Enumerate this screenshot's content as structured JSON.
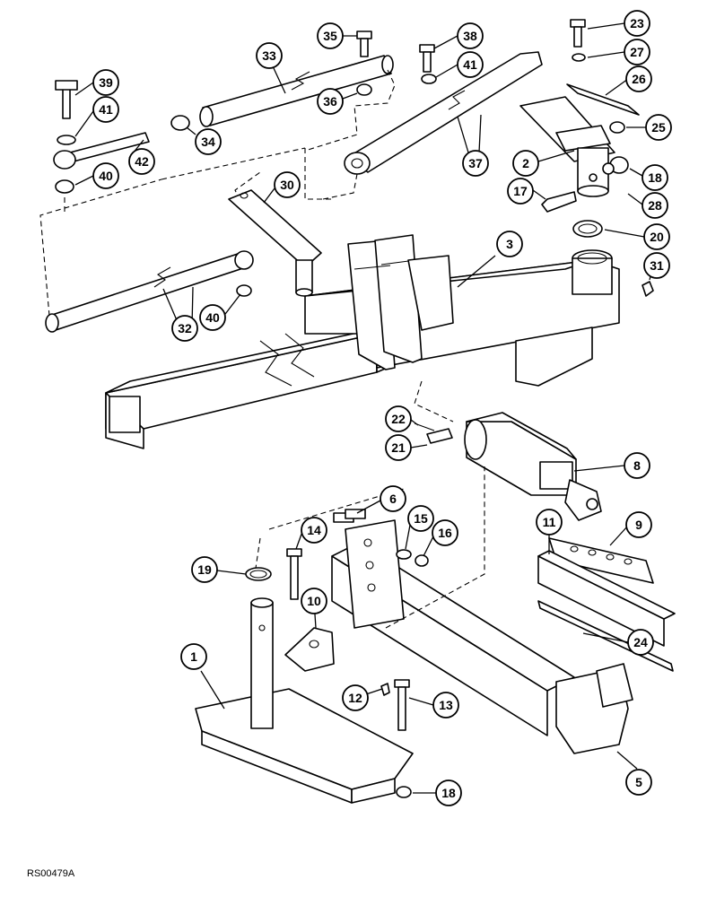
{
  "diagram": {
    "reference_code": "RS00479A",
    "callouts": [
      {
        "label": "1"
      },
      {
        "label": "2"
      },
      {
        "label": "3"
      },
      {
        "label": "5"
      },
      {
        "label": "6"
      },
      {
        "label": "8"
      },
      {
        "label": "9"
      },
      {
        "label": "10"
      },
      {
        "label": "11"
      },
      {
        "label": "12"
      },
      {
        "label": "13"
      },
      {
        "label": "14"
      },
      {
        "label": "15"
      },
      {
        "label": "16"
      },
      {
        "label": "17"
      },
      {
        "label": "18"
      },
      {
        "label": "18"
      },
      {
        "label": "19"
      },
      {
        "label": "20"
      },
      {
        "label": "21"
      },
      {
        "label": "22"
      },
      {
        "label": "23"
      },
      {
        "label": "24"
      },
      {
        "label": "25"
      },
      {
        "label": "26"
      },
      {
        "label": "27"
      },
      {
        "label": "28"
      },
      {
        "label": "30"
      },
      {
        "label": "31"
      },
      {
        "label": "32"
      },
      {
        "label": "33"
      },
      {
        "label": "34"
      },
      {
        "label": "35"
      },
      {
        "label": "36"
      },
      {
        "label": "37"
      },
      {
        "label": "38"
      },
      {
        "label": "39"
      },
      {
        "label": "40"
      },
      {
        "label": "40"
      },
      {
        "label": "41"
      },
      {
        "label": "41"
      },
      {
        "label": "42"
      }
    ]
  }
}
